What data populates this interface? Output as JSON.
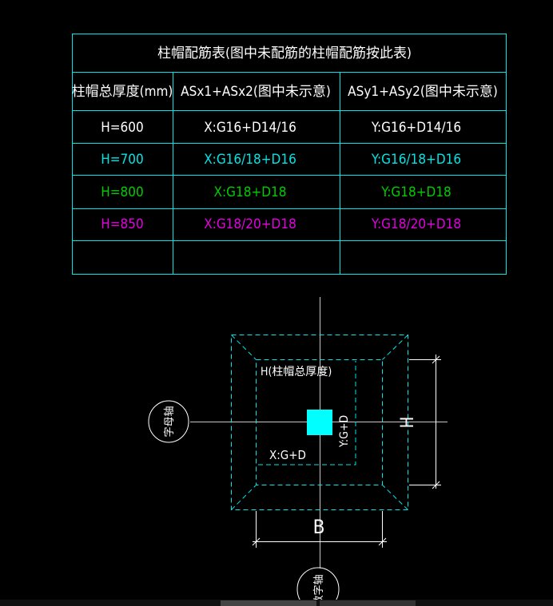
{
  "table": {
    "title": "柱帽配筋表(图中未配筋的柱帽配筋按此表)",
    "headers": [
      "柱帽总厚度(mm)",
      "ASx1+ASx2(图中未示意)",
      "ASy1+ASy2(图中未示意)"
    ],
    "rows": [
      {
        "h": "H=600",
        "x": "X:G16+D14/16",
        "y": "Y:G16+D14/16",
        "color": "#ffffff"
      },
      {
        "h": "H=700",
        "x": "X:G16/18+D16",
        "y": "Y:G16/18+D16",
        "color": "#00e5e5"
      },
      {
        "h": "H=800",
        "x": "X:G18+D18",
        "y": "Y:G18+D18",
        "color": "#00cc00"
      },
      {
        "h": "H=850",
        "x": "X:G18/20+D18",
        "y": "Y:G18/20+D18",
        "color": "#e000e0"
      },
      {
        "h": "",
        "x": "",
        "y": "",
        "color": "#ffffff"
      }
    ]
  },
  "drawing": {
    "thickness_label": "H(柱帽总厚度)",
    "x_rebar_label": "X:G+D",
    "y_rebar_label": "Y:G+D",
    "width_label": "B",
    "height_label": "H",
    "horizontal_axis_label": "字母轴",
    "vertical_axis_label": "数字轴"
  },
  "colors": {
    "line": "#00e5e5",
    "axis": "#c8c8c8",
    "text": "#ffffff",
    "column": "#00ffff"
  }
}
